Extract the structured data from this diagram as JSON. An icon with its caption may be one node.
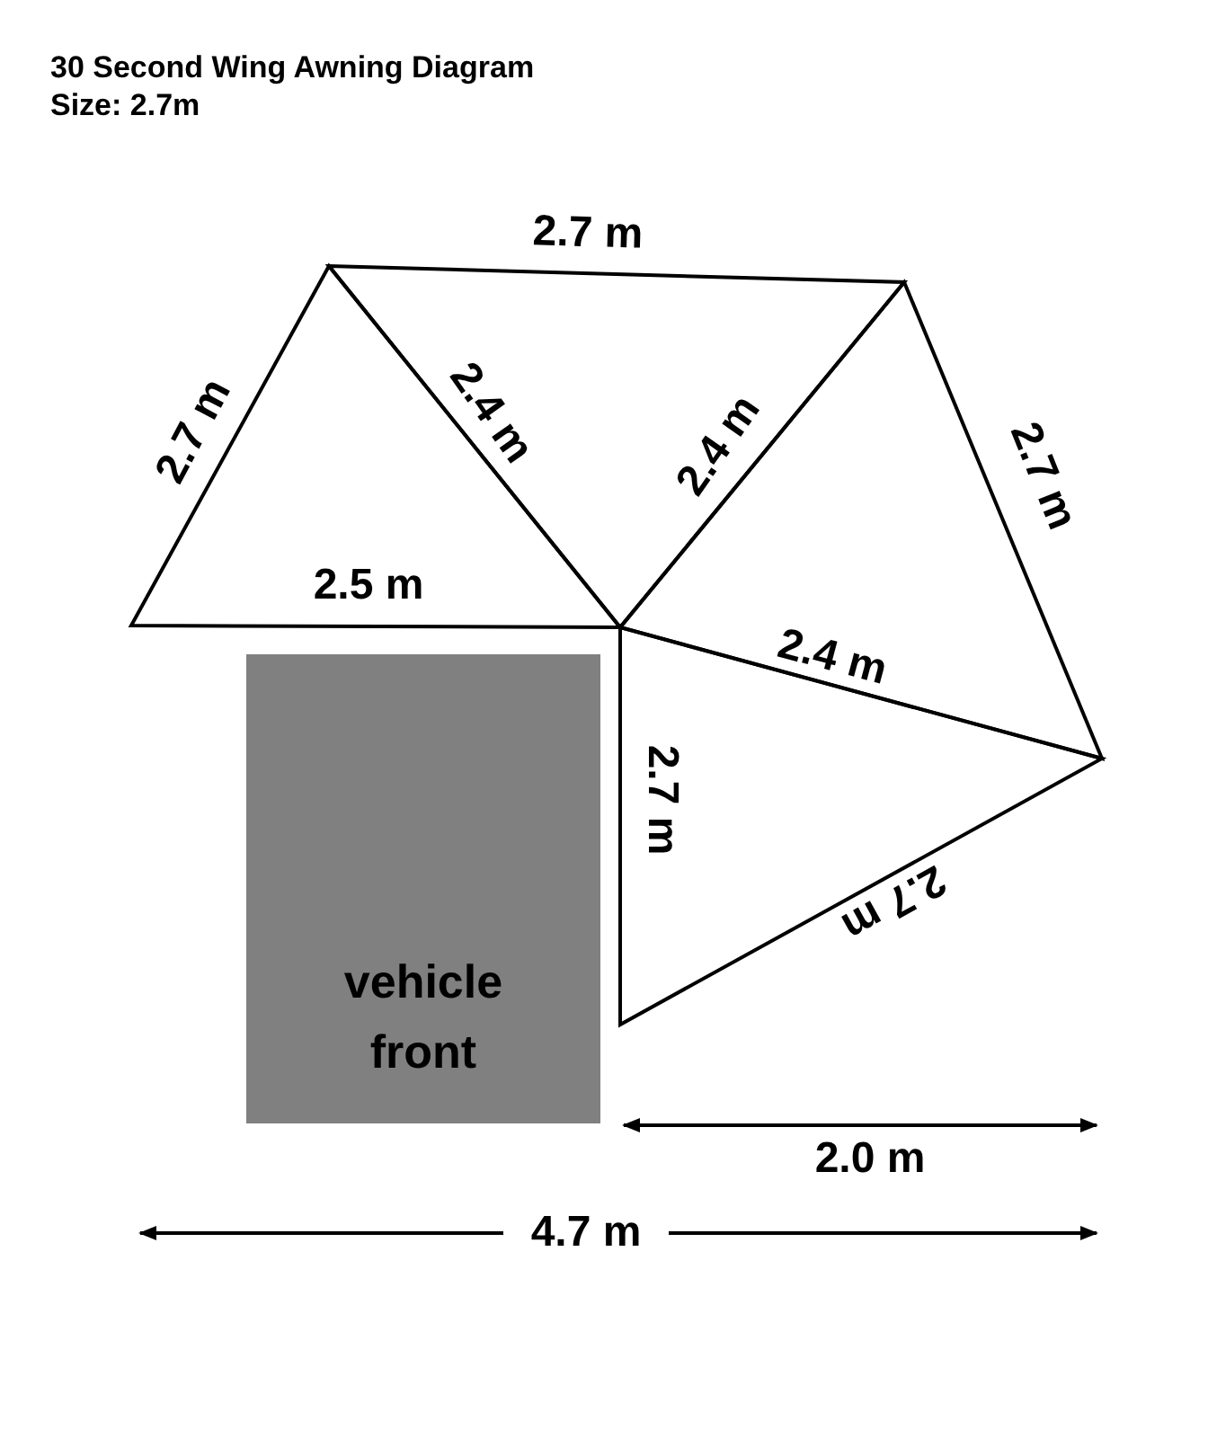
{
  "diagram": {
    "title": "30 Second Wing Awning Diagram",
    "nodes": [
      {
        "text": [
          "vehicle front"
        ]
      }
    ],
    "edges": [],
    "labels": [
      "Size: 2.7m",
      "2.7 m",
      "2.7 m",
      "2.4 m",
      "2.4 m",
      "2.7 m",
      "2.5 m",
      "2.4 m",
      "2.7 m",
      "2.7 m",
      "2.0 m",
      "4.7 m"
    ]
  }
}
